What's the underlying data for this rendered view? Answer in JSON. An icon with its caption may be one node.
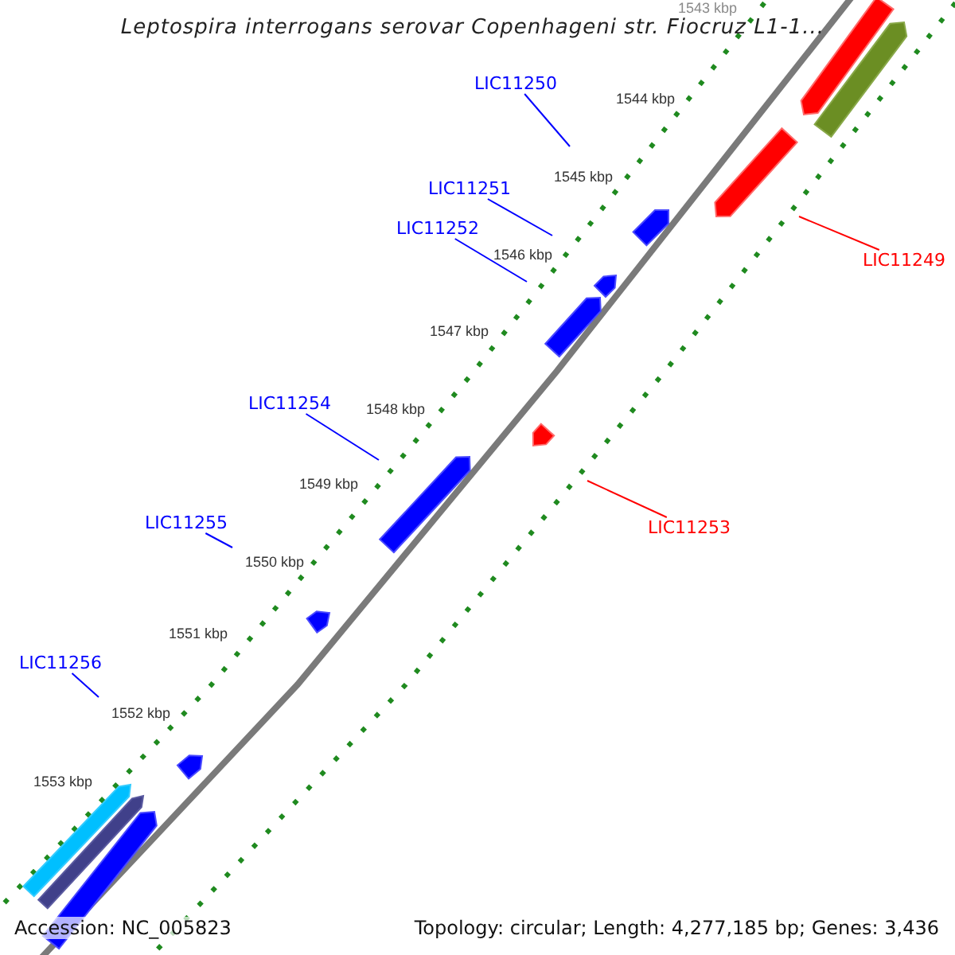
{
  "diagram": {
    "title": "Leptospira interrogans serovar Copenhageni str. Fiocruz L1-1...",
    "nodes": [
      {
        "text": [
          "LIC11250"
        ]
      },
      {
        "text": [
          "LIC11251"
        ]
      },
      {
        "text": [
          "LIC11252"
        ]
      },
      {
        "text": [
          "LIC11249"
        ]
      },
      {
        "text": [
          "LIC11254"
        ]
      },
      {
        "text": [
          "LIC11255"
        ]
      },
      {
        "text": [
          "LIC11253"
        ]
      },
      {
        "text": [
          "LIC11256"
        ]
      }
    ],
    "edges": [
      {
        "from": 0,
        "to": null,
        "arrow": "none"
      },
      {
        "from": 1,
        "to": null,
        "arrow": "none"
      },
      {
        "from": 2,
        "to": null,
        "arrow": "none"
      },
      {
        "from": 3,
        "to": null,
        "arrow": "none",
        "color": "#ff0000"
      },
      {
        "from": 4,
        "to": null,
        "arrow": "none"
      },
      {
        "from": 5,
        "to": null,
        "arrow": "none"
      },
      {
        "from": 6,
        "to": null,
        "arrow": "none",
        "color": "#ff0000"
      },
      {
        "from": 7,
        "to": null,
        "arrow": "none"
      }
    ],
    "labels": [
      "1543 kbp",
      "1544 kbp",
      "1545 kbp",
      "1546 kbp",
      "1547 kbp",
      "1548 kbp",
      "1549 kbp",
      "1550 kbp",
      "1551 kbp",
      "1552 kbp",
      "1553 kbp",
      "Accession: NC_005823",
      "Topology: circular; Length: 4,277,185 bp; Genes: 3,436"
    ]
  }
}
